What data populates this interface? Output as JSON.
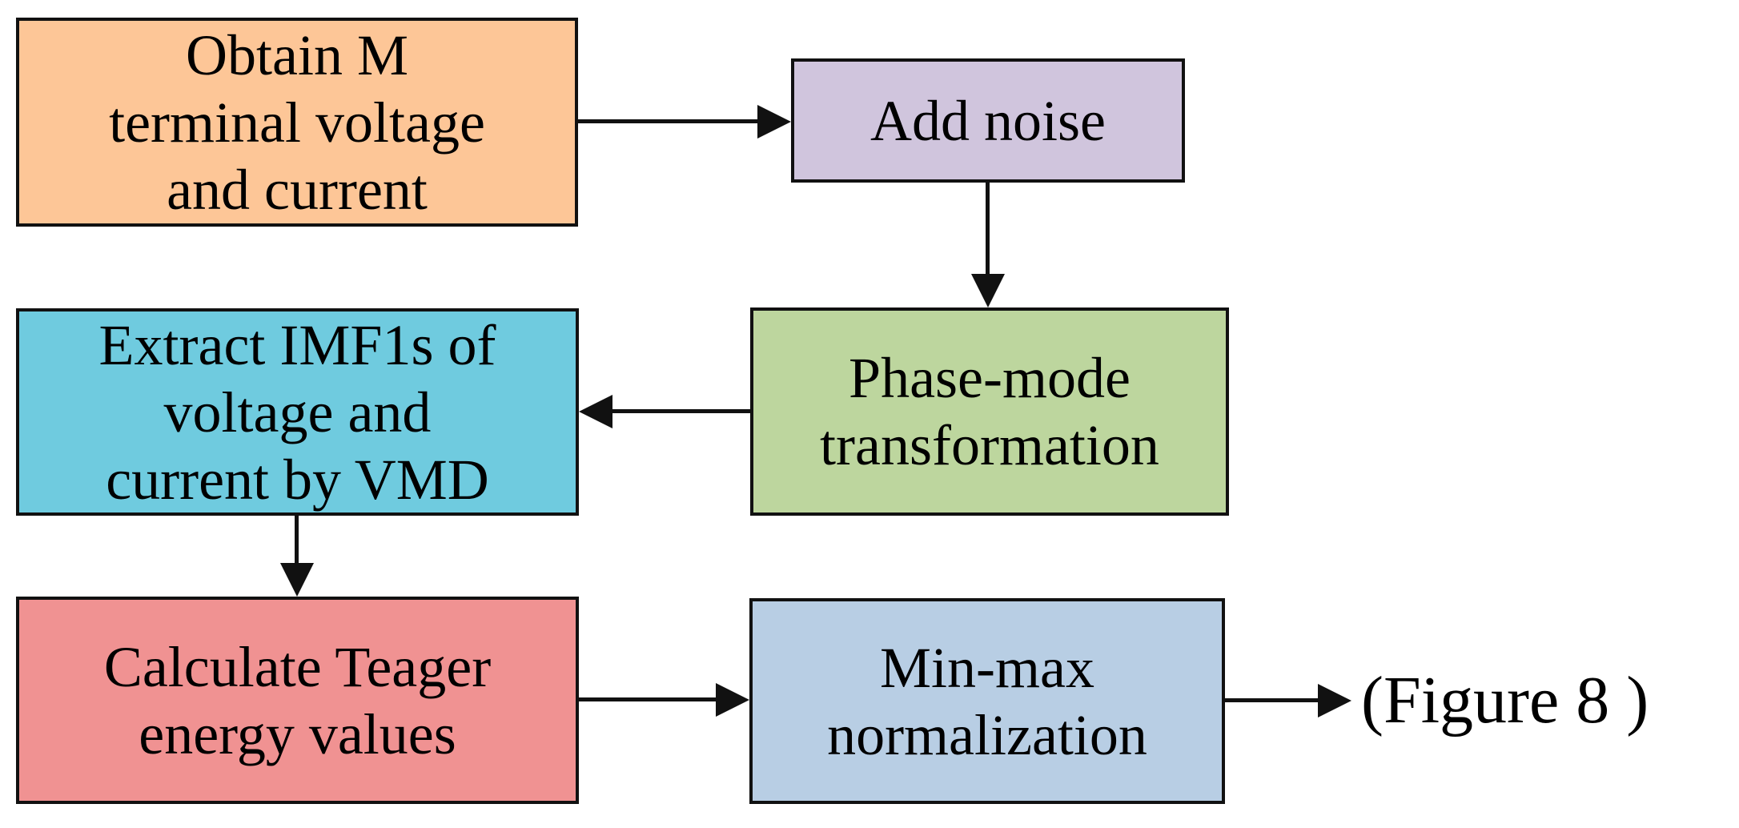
{
  "flowchart": {
    "nodes": [
      {
        "id": "obtain-terminal",
        "label": "Obtain M\nterminal voltage\nand current",
        "color": "#FDC697"
      },
      {
        "id": "add-noise",
        "label": "Add noise",
        "color": "#D0C5DD"
      },
      {
        "id": "phase-mode",
        "label": "Phase-mode\ntransformation",
        "color": "#BDD69E"
      },
      {
        "id": "extract-imf1s",
        "label": "Extract IMF1s of\nvoltage and\ncurrent by VMD",
        "color": "#6FCBDF"
      },
      {
        "id": "teager-energy",
        "label": "Calculate Teager\nenergy values",
        "color": "#F09292"
      },
      {
        "id": "min-max",
        "label": "Min-max\nnormalization",
        "color": "#B8CEE4"
      }
    ],
    "edges": [
      {
        "from": "obtain-terminal",
        "to": "add-noise"
      },
      {
        "from": "add-noise",
        "to": "phase-mode"
      },
      {
        "from": "phase-mode",
        "to": "extract-imf1s"
      },
      {
        "from": "extract-imf1s",
        "to": "teager-energy"
      },
      {
        "from": "teager-energy",
        "to": "min-max"
      },
      {
        "from": "min-max",
        "to": "figure-8-output"
      }
    ],
    "output_label": "(Figure 8 )",
    "line_color": "#111111"
  }
}
